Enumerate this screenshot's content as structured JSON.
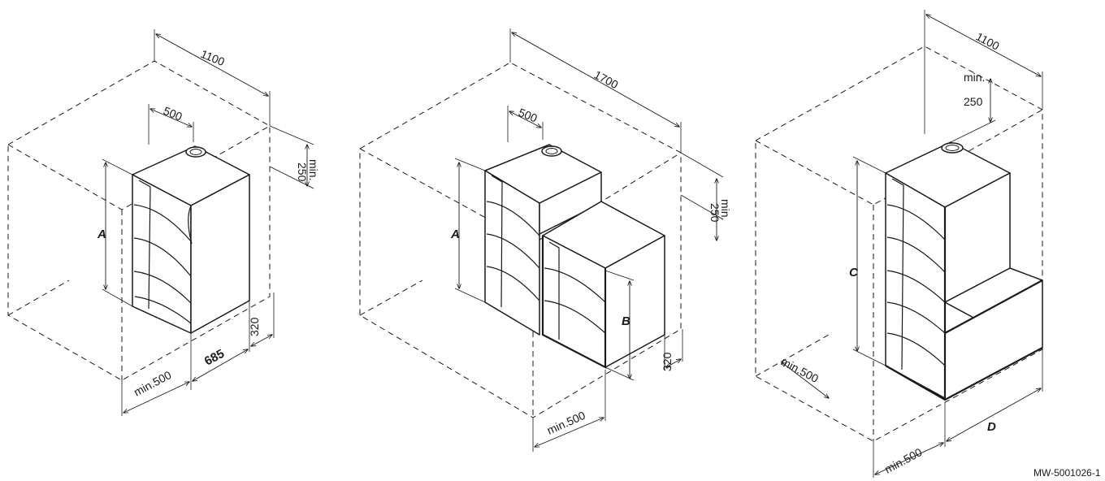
{
  "diagram_code": "MW-5001026-1",
  "layouts": [
    {
      "width": "1100",
      "offset": "500",
      "top_min": "min.",
      "top_val": "250",
      "height_label": "A",
      "depth": "685",
      "side": "320",
      "front_min": "min.500"
    },
    {
      "width": "1700",
      "offset": "500",
      "top_min": "min.",
      "top_val": "250",
      "height_label_a": "A",
      "height_label_b": "B",
      "side": "320",
      "front_min": "min.500"
    },
    {
      "width": "1100",
      "top_min": "min.",
      "top_val": "250",
      "height_label": "C",
      "side_min": "min.500",
      "depth_label": "D",
      "front_min": "min.500"
    }
  ]
}
